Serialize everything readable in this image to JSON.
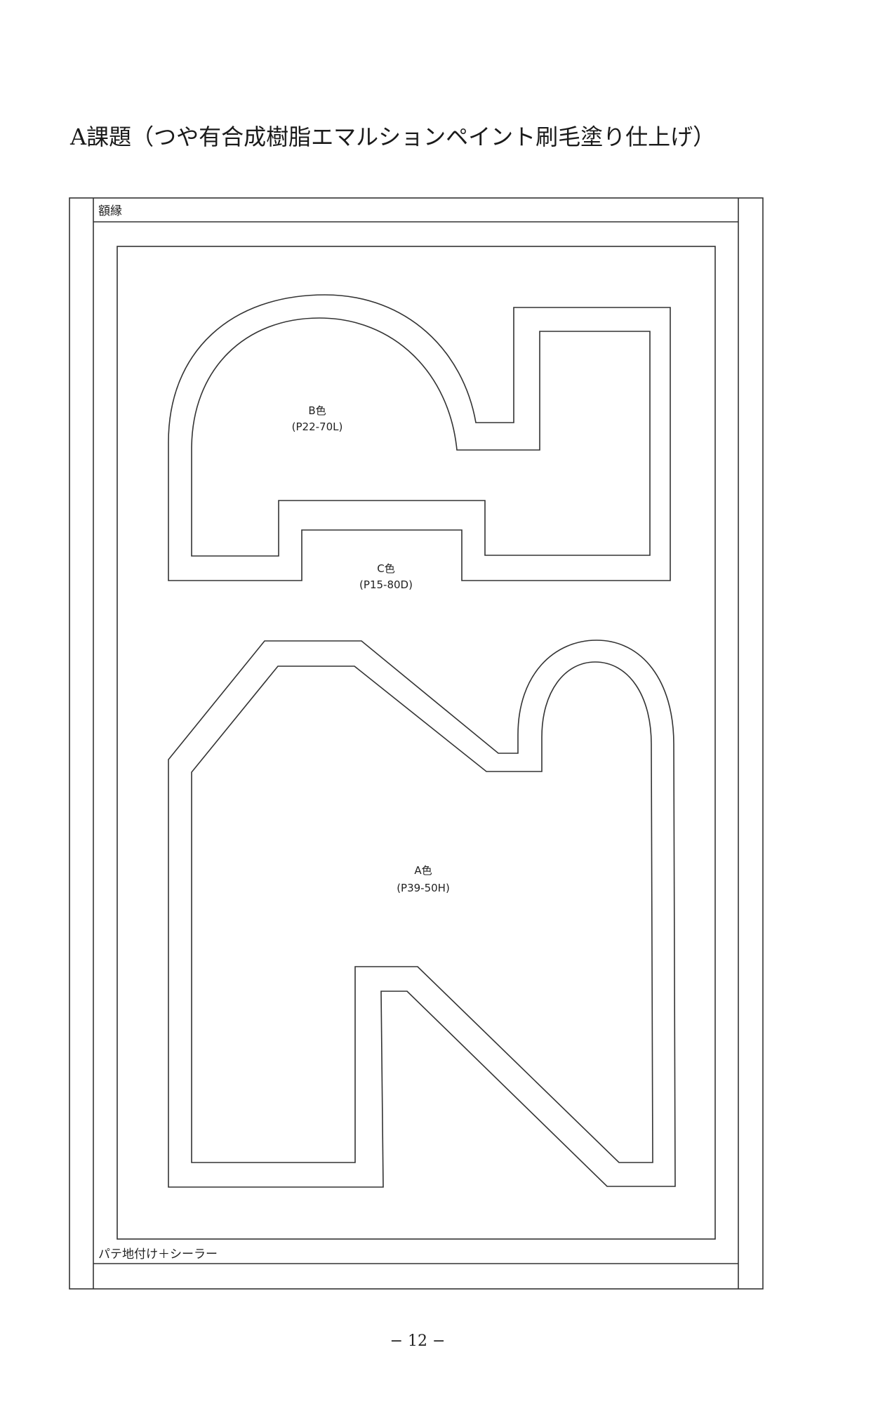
{
  "title": "A課題（つや有合成樹脂エマルションペイント刷毛塗り仕上げ）",
  "frame": {
    "top_label": "額縁",
    "bottom_label": "パテ地付け＋シーラー"
  },
  "regions": {
    "b": {
      "name": "B色",
      "code": "(P22-70L)"
    },
    "c": {
      "name": "C色",
      "code": "(P15-80D)"
    },
    "a": {
      "name": "A色",
      "code": "(P39-50H)"
    }
  },
  "page_number": "− 12 −",
  "colors": {
    "line": "#333333",
    "background": "#ffffff"
  }
}
